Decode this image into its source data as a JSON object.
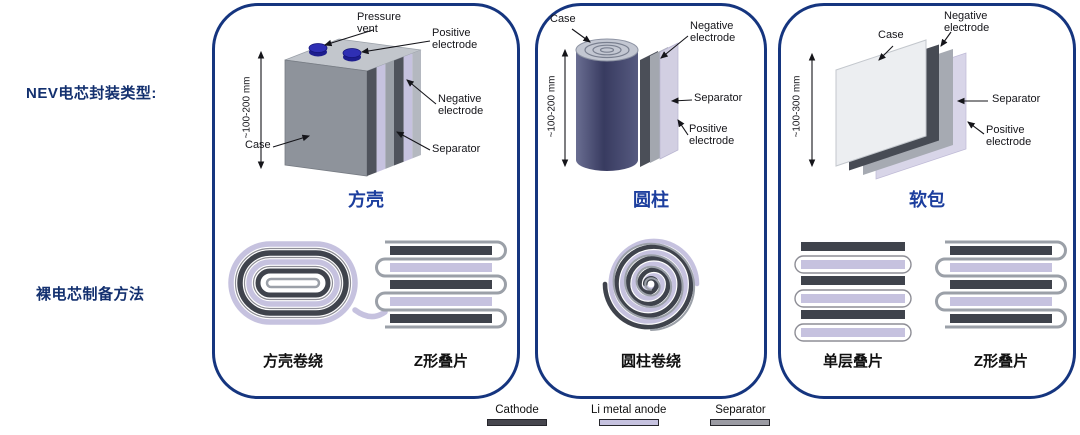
{
  "rows": {
    "packaging_label": "NEV电芯封装类型:",
    "preparation_label": "裸电芯制备方法"
  },
  "panels": [
    {
      "name": "prismatic",
      "type_label": "方壳",
      "dimension": "~100-200 mm",
      "callouts": {
        "pressure_vent": "Pressure vent",
        "positive": "Positive electrode",
        "negative": "Negative electrode",
        "separator": "Separator",
        "case": "Case"
      },
      "methods": [
        "方壳卷绕",
        "Z形叠片"
      ]
    },
    {
      "name": "cylindrical",
      "type_label": "圆柱",
      "dimension": "~100-200 mm",
      "callouts": {
        "case": "Case",
        "negative": "Negative electrode",
        "separator": "Separator",
        "positive": "Positive electrode"
      },
      "methods": [
        "圆柱卷绕"
      ]
    },
    {
      "name": "pouch",
      "type_label": "软包",
      "dimension": "~100-300 mm",
      "callouts": {
        "negative": "Negative electrode",
        "case": "Case",
        "separator": "Separator",
        "positive": "Positive electrode"
      },
      "methods": [
        "单层叠片",
        "Z形叠片"
      ]
    }
  ],
  "legend": [
    {
      "label": "Cathode",
      "color": "#46464e"
    },
    {
      "label": "Li metal anode",
      "color": "#c6c2df"
    },
    {
      "label": "Separator",
      "color": "#9b9ba3"
    }
  ],
  "colors": {
    "panel_border": "#15357f",
    "accent_blue": "#1c3e9e",
    "cathode": "#3f434c",
    "anode": "#c6c2df",
    "separator": "#9ba0a8",
    "terminal_blue": "#2727a6"
  }
}
